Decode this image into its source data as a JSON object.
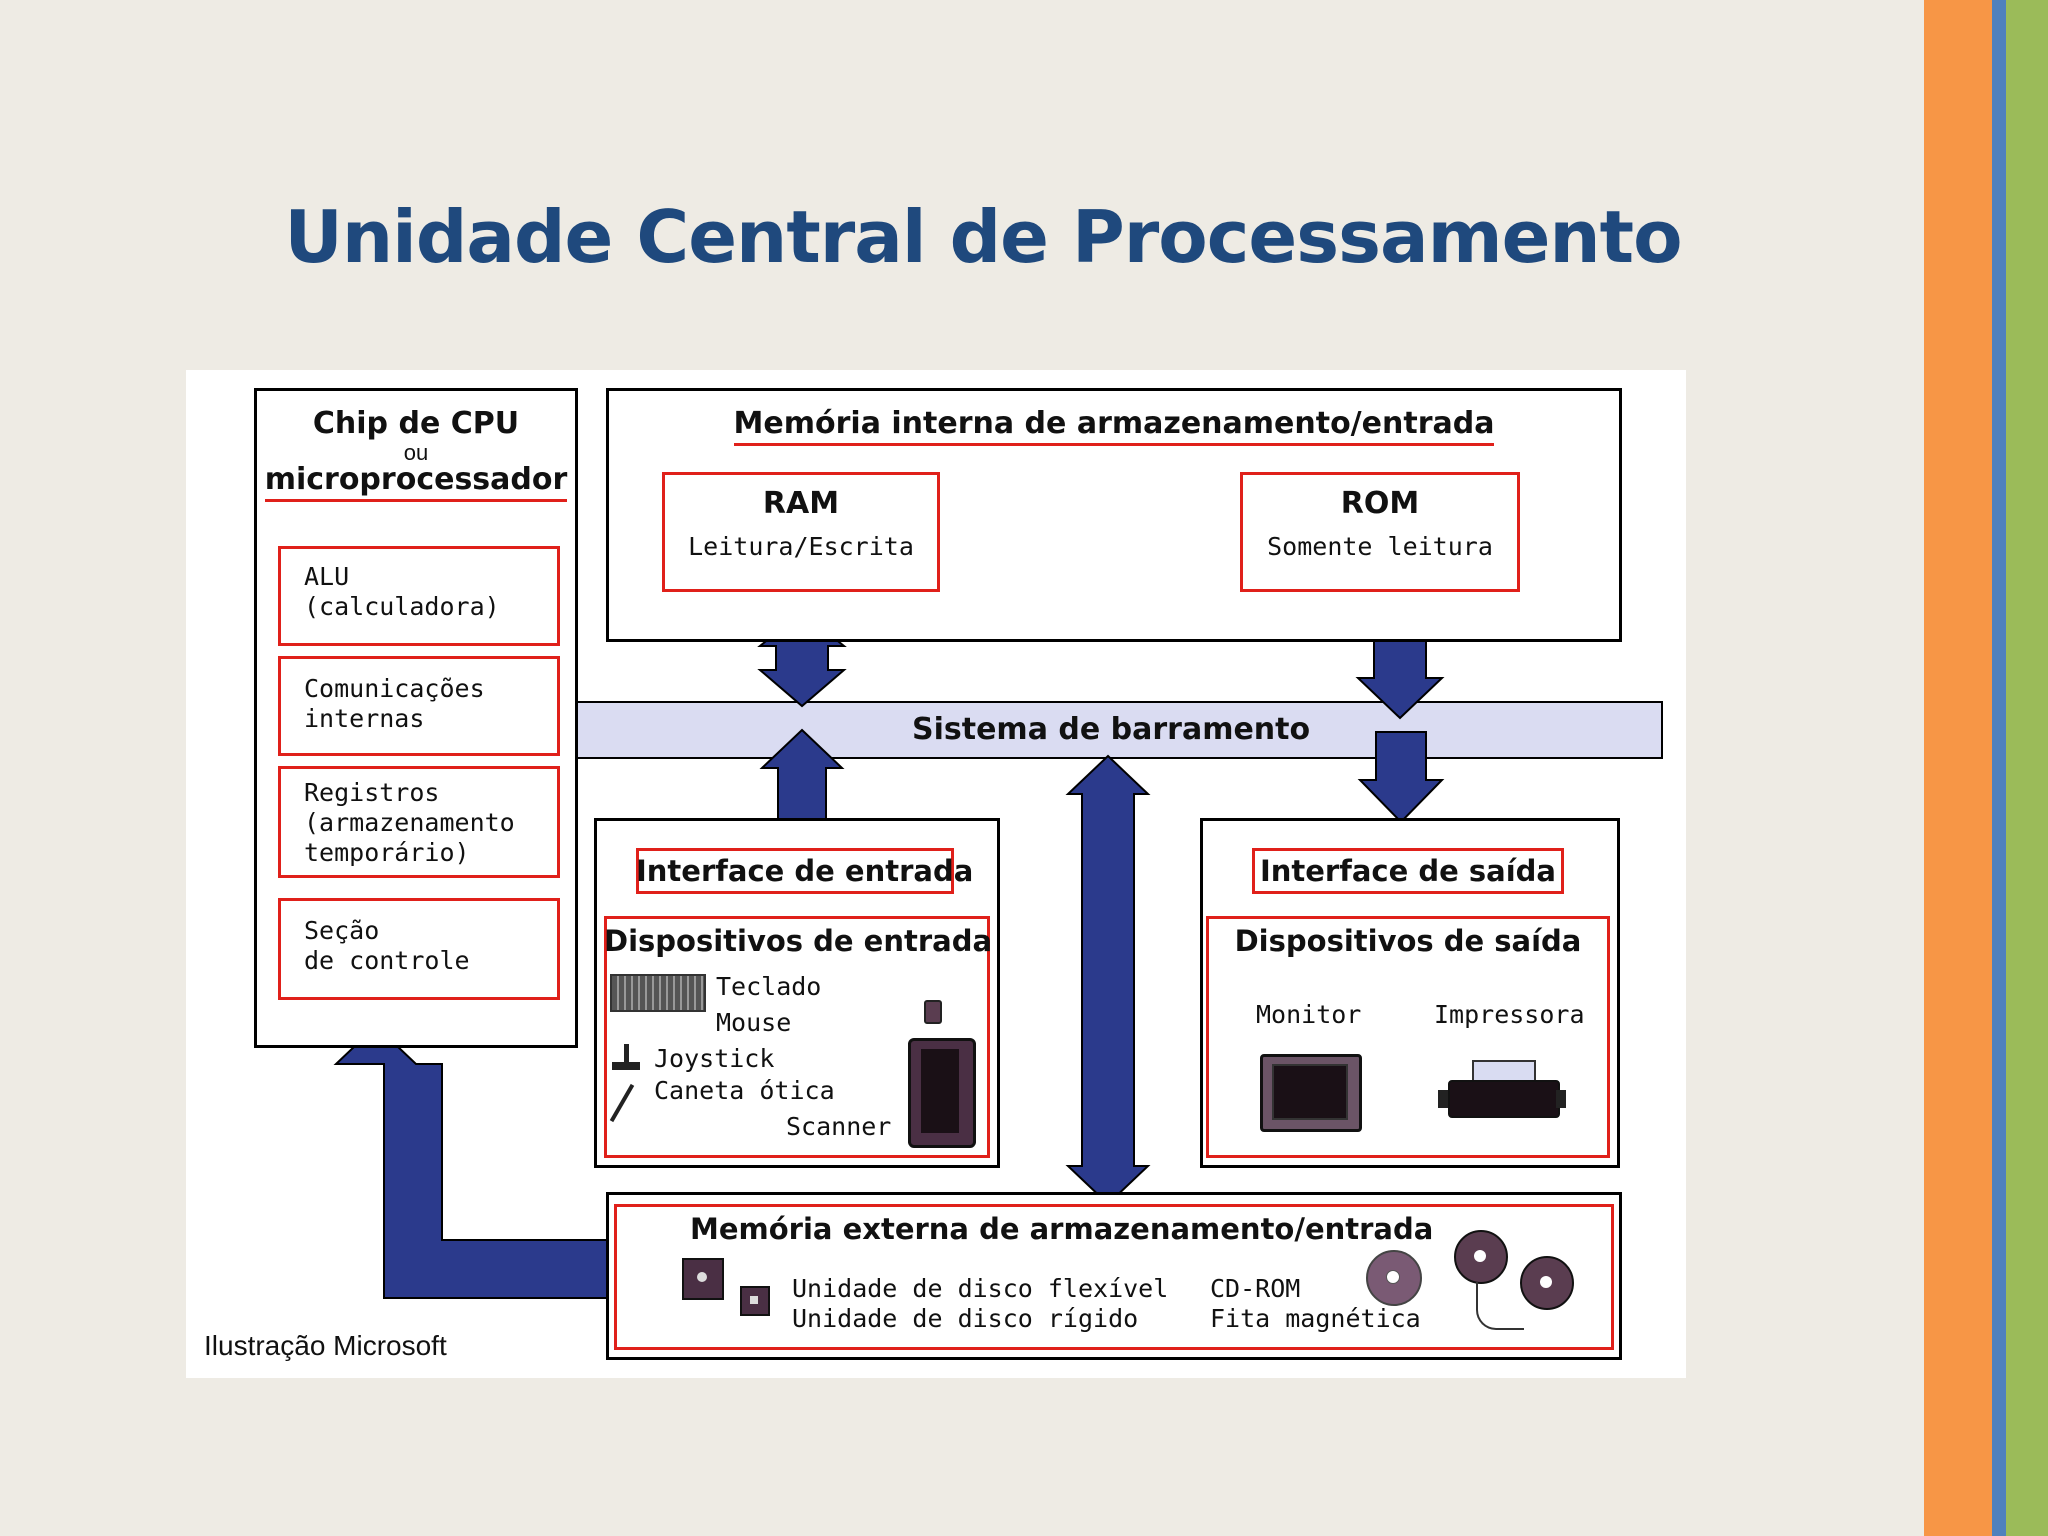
{
  "slide": {
    "title": "Unidade Central de Processamento"
  },
  "diagram": {
    "cpu": {
      "title_line1": "Chip de CPU",
      "title_or": "ou",
      "title_line2": "microprocessador",
      "components": [
        {
          "line1": "ALU",
          "line2": "(calculadora)",
          "line3": ""
        },
        {
          "line1": "Comunicações",
          "line2": "internas",
          "line3": ""
        },
        {
          "line1": "Registros",
          "line2": "(armazenamento",
          "line3": "temporário)"
        },
        {
          "line1": "Seção",
          "line2": "de controle",
          "line3": ""
        }
      ]
    },
    "internal_memory": {
      "title": "Memória interna de armazenamento/entrada",
      "ram": {
        "title": "RAM",
        "subtitle": "Leitura/Escrita"
      },
      "rom": {
        "title": "ROM",
        "subtitle": "Somente leitura"
      }
    },
    "bus": {
      "label": "Sistema de barramento"
    },
    "input": {
      "interface_title": "Interface de entrada",
      "devices_title": "Dispositivos de entrada",
      "devices": [
        "Teclado",
        "Mouse",
        "Joystick",
        "Caneta ótica",
        "Scanner"
      ]
    },
    "output": {
      "interface_title": "Interface de saída",
      "devices_title": "Dispositivos de saída",
      "devices": [
        "Monitor",
        "Impressora"
      ]
    },
    "external_memory": {
      "title": "Memória externa de armazenamento/entrada",
      "items_left": [
        "Unidade de disco flexível",
        "Unidade de disco rígido"
      ],
      "items_right": [
        "CD-ROM",
        "Fita magnética"
      ]
    },
    "credit": "Ilustração Microsoft"
  },
  "colors": {
    "title": "#1f497d",
    "arrow_fill": "#2b3a8c",
    "red_border": "#e0201a",
    "bus_fill": "#d9dbf2",
    "stripe_orange": "#f79646",
    "stripe_blue": "#4f81bd",
    "stripe_green": "#9bbb59"
  }
}
